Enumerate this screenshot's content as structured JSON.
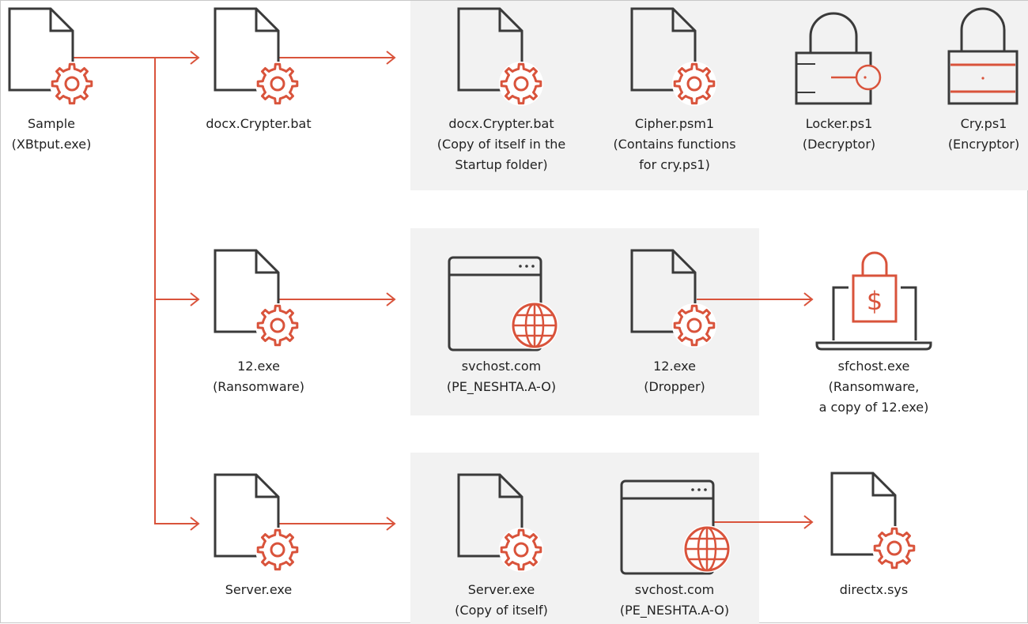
{
  "colors": {
    "accent": "#d9533b",
    "dark": "#3a3a3a",
    "panel": "#f2f2f2"
  },
  "nodes": {
    "sample": {
      "icon": "file-gear-icon",
      "lines": [
        "Sample",
        "(XBtput.exe)"
      ]
    },
    "crypter": {
      "icon": "file-gear-icon",
      "lines": [
        "docx.Crypter.bat"
      ]
    },
    "crypter_copy": {
      "icon": "file-gear-icon",
      "lines": [
        "docx.Crypter.bat",
        "(Copy of itself in the",
        "Startup folder)"
      ]
    },
    "cipher": {
      "icon": "file-gear-icon",
      "lines": [
        "Cipher.psm1",
        "(Contains functions",
        "for cry.ps1)"
      ]
    },
    "locker": {
      "icon": "unlocked-padlock-key-icon",
      "lines": [
        "Locker.ps1",
        "(Decryptor)"
      ]
    },
    "cry": {
      "icon": "locked-padlock-icon",
      "lines": [
        "Cry.ps1",
        "(Encryptor)"
      ]
    },
    "ransom12": {
      "icon": "file-gear-icon",
      "lines": [
        "12.exe",
        "(Ransomware)"
      ]
    },
    "svchost1": {
      "icon": "browser-globe-icon",
      "lines": [
        "svchost.com",
        "(PE_NESHTA.A-O)"
      ]
    },
    "dropper12": {
      "icon": "file-gear-icon",
      "lines": [
        "12.exe",
        "(Dropper)"
      ]
    },
    "sfchost": {
      "icon": "laptop-ransom-lock-icon",
      "lines": [
        "sfchost.exe",
        "(Ransomware,",
        "a copy of 12.exe)"
      ]
    },
    "server": {
      "icon": "file-gear-icon",
      "lines": [
        "Server.exe"
      ]
    },
    "server_copy": {
      "icon": "file-gear-icon",
      "lines": [
        "Server.exe",
        "(Copy of itself)"
      ]
    },
    "svchost2": {
      "icon": "browser-globe-icon",
      "lines": [
        "svchost.com",
        "(PE_NESHTA.A-O)"
      ]
    },
    "directx": {
      "icon": "file-gear-icon",
      "lines": [
        "directx.sys"
      ]
    }
  }
}
